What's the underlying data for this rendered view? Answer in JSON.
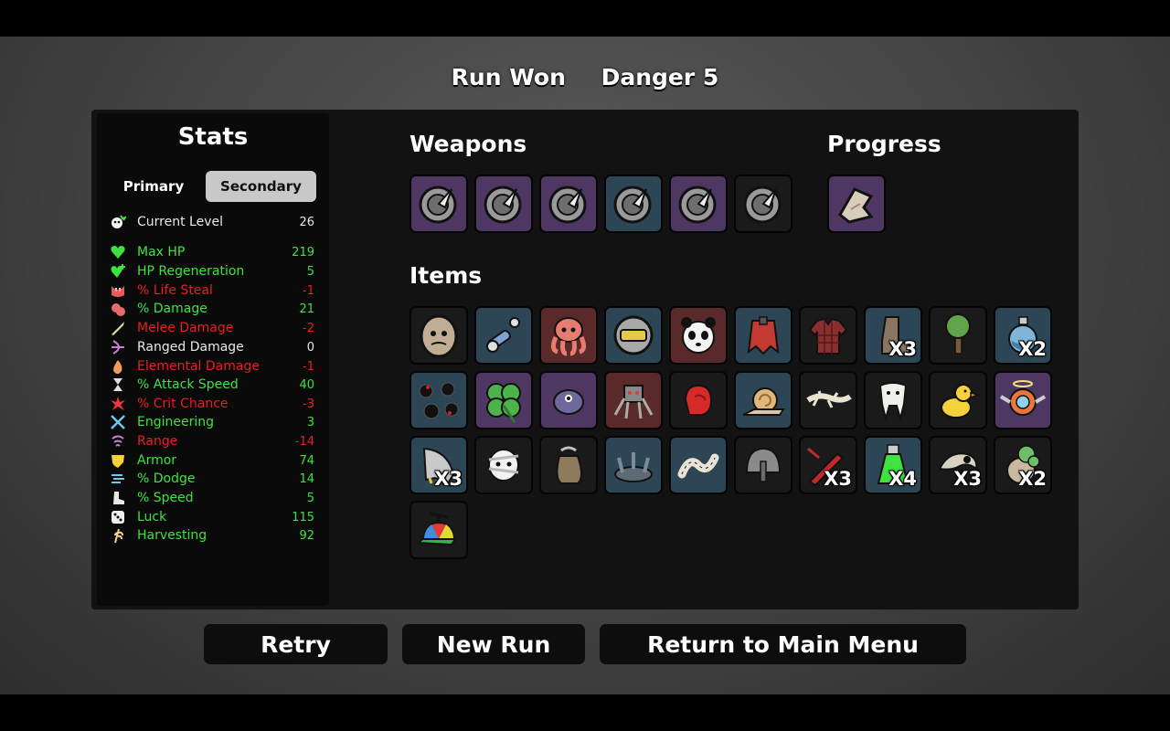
{
  "header": {
    "result": "Run Won",
    "danger": "Danger 5"
  },
  "stats": {
    "title": "Stats",
    "tabs": {
      "primary": "Primary",
      "secondary": "Secondary",
      "active": "secondary"
    },
    "current_level": {
      "label": "Current Level",
      "value": "26",
      "icon": "level-icon"
    },
    "rows": [
      {
        "label": "Max HP",
        "value": "219",
        "color": "green",
        "icon": "heart-icon"
      },
      {
        "label": "HP Regeneration",
        "value": "5",
        "color": "green",
        "icon": "heart-plus-icon"
      },
      {
        "label": "% Life Steal",
        "value": "-1",
        "color": "red",
        "icon": "fangs-icon"
      },
      {
        "label": "% Damage",
        "value": "21",
        "color": "green",
        "icon": "muscle-icon"
      },
      {
        "label": "Melee Damage",
        "value": "-2",
        "color": "red",
        "icon": "sword-icon"
      },
      {
        "label": "Ranged Damage",
        "value": "0",
        "color": "white",
        "icon": "bow-icon"
      },
      {
        "label": "Elemental Damage",
        "value": "-1",
        "color": "red",
        "icon": "flame-icon"
      },
      {
        "label": "% Attack Speed",
        "value": "40",
        "color": "green",
        "icon": "hourglass-icon"
      },
      {
        "label": "% Crit Chance",
        "value": "-3",
        "color": "red",
        "icon": "crit-burst-icon"
      },
      {
        "label": "Engineering",
        "value": "3",
        "color": "green",
        "icon": "wrench-icon"
      },
      {
        "label": "Range",
        "value": "-14",
        "color": "red",
        "icon": "range-waves-icon"
      },
      {
        "label": "Armor",
        "value": "74",
        "color": "green",
        "icon": "shield-icon"
      },
      {
        "label": "% Dodge",
        "value": "14",
        "color": "green",
        "icon": "dodge-wind-icon"
      },
      {
        "label": "% Speed",
        "value": "5",
        "color": "green",
        "icon": "boot-icon"
      },
      {
        "label": "Luck",
        "value": "115",
        "color": "green",
        "icon": "dice-icon"
      },
      {
        "label": "Harvesting",
        "value": "92",
        "color": "green",
        "icon": "wheat-icon"
      }
    ]
  },
  "weapons": {
    "title": "Weapons",
    "slots": [
      {
        "name": "spiked-shield-icon",
        "tier": "purple"
      },
      {
        "name": "spiked-shield-icon",
        "tier": "purple"
      },
      {
        "name": "spiked-shield-icon",
        "tier": "purple"
      },
      {
        "name": "spiked-shield-icon",
        "tier": "blue"
      },
      {
        "name": "spiked-shield-icon",
        "tier": "purple"
      },
      {
        "name": "spiked-shield-icon",
        "tier": "dark"
      }
    ]
  },
  "progress": {
    "title": "Progress",
    "slots": [
      {
        "name": "bandage-icon",
        "tier": "purple"
      }
    ]
  },
  "items": {
    "title": "Items",
    "slots": [
      {
        "name": "rock-icon",
        "tier": "dark",
        "qty": ""
      },
      {
        "name": "mechanical-arm-icon",
        "tier": "blue",
        "qty": ""
      },
      {
        "name": "octopus-icon",
        "tier": "red",
        "qty": ""
      },
      {
        "name": "helmet-icon",
        "tier": "blue",
        "qty": ""
      },
      {
        "name": "panda-icon",
        "tier": "red",
        "qty": ""
      },
      {
        "name": "cape-icon",
        "tier": "blue",
        "qty": ""
      },
      {
        "name": "shirt-icon",
        "tier": "dark",
        "qty": ""
      },
      {
        "name": "boot-icon",
        "tier": "blue",
        "qty": "X3"
      },
      {
        "name": "tree-icon",
        "tier": "dark",
        "qty": ""
      },
      {
        "name": "potion-icon",
        "tier": "blue",
        "qty": "X2"
      },
      {
        "name": "black-balls-icon",
        "tier": "blue",
        "qty": ""
      },
      {
        "name": "clover-icon",
        "tier": "purple",
        "qty": ""
      },
      {
        "name": "alien-icon",
        "tier": "purple",
        "qty": ""
      },
      {
        "name": "robot-icon",
        "tier": "red",
        "qty": ""
      },
      {
        "name": "boxing-glove-icon",
        "tier": "dark",
        "qty": ""
      },
      {
        "name": "snail-icon",
        "tier": "blue",
        "qty": ""
      },
      {
        "name": "lizard-icon",
        "tier": "dark",
        "qty": ""
      },
      {
        "name": "tooth-icon",
        "tier": "dark",
        "qty": ""
      },
      {
        "name": "duck-icon",
        "tier": "dark",
        "qty": ""
      },
      {
        "name": "angel-orb-icon",
        "tier": "purple",
        "qty": ""
      },
      {
        "name": "claw-icon",
        "tier": "blue",
        "qty": "X3"
      },
      {
        "name": "bandaged-face-icon",
        "tier": "dark",
        "qty": ""
      },
      {
        "name": "sack-icon",
        "tier": "dark",
        "qty": ""
      },
      {
        "name": "trap-icon",
        "tier": "blue",
        "qty": ""
      },
      {
        "name": "worm-icon",
        "tier": "blue",
        "qty": ""
      },
      {
        "name": "steel-helmet-icon",
        "tier": "dark",
        "qty": ""
      },
      {
        "name": "red-knife-icon",
        "tier": "dark",
        "qty": "X3"
      },
      {
        "name": "green-flask-icon",
        "tier": "blue",
        "qty": "X4"
      },
      {
        "name": "horn-icon",
        "tier": "dark",
        "qty": "X3"
      },
      {
        "name": "mossy-rock-icon",
        "tier": "dark",
        "qty": "X2"
      },
      {
        "name": "propeller-hat-icon",
        "tier": "dark",
        "qty": ""
      }
    ]
  },
  "buttons": {
    "retry": "Retry",
    "new_run": "New Run",
    "main_menu": "Return to Main Menu"
  },
  "colors": {
    "green": "#3ee23e",
    "red": "#e62020",
    "white": "#e8e8e8",
    "tier_purple": "#4e3863",
    "tier_blue": "#2d4656",
    "tier_red": "#5a2a2a",
    "tier_dark": "#1a1a1a"
  }
}
